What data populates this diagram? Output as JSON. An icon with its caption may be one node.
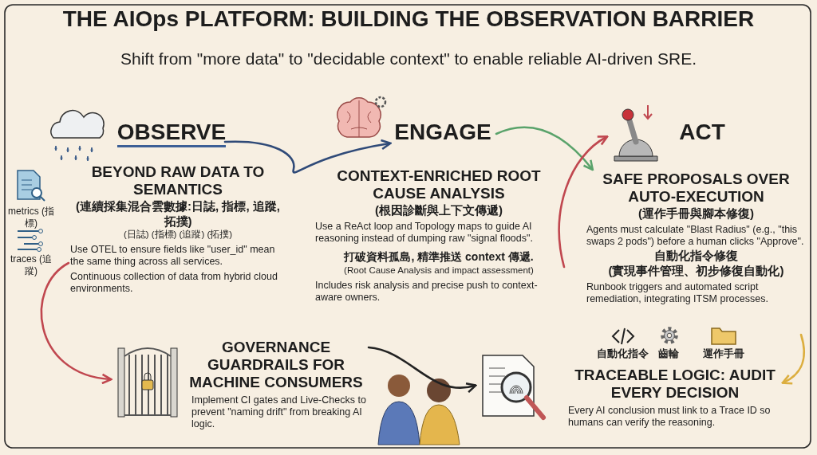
{
  "diagram": {
    "title": "THE AIOps PLATFORM: BUILDING THE OBSERVATION BARRIER",
    "nodes": [
      {
        "text": [
          "OBSERVE"
        ]
      },
      {
        "text": [
          "BEYOND RAW DATA TO SEMANTICS",
          "(連續採集混合雲數據:日誌, 指標, 追蹤, 拓撲)",
          "(日誌) (指標) (追蹤) (拓撲)",
          "Use OTEL to ensure fields like \"user_id\" mean the same thing across all services.",
          "Continuous collection of data from hybrid cloud environments."
        ]
      },
      {
        "text": [
          "ENGAGE"
        ]
      },
      {
        "text": [
          "CONTEXT-ENRICHED ROOT CAUSE ANALYSIS",
          "(根因診斷與上下文傳遞)",
          "Use a ReAct loop and Topology maps to guide AI reasoning instead of dumping raw \"signal floods\".",
          "打破資料孤島, 精準推送 context 傳遞.",
          "(Root Cause Analysis and impact assessment)",
          "Includes risk analysis and precise push to context-aware owners."
        ]
      },
      {
        "text": [
          "ACT"
        ]
      },
      {
        "text": [
          "SAFE PROPOSALS OVER AUTO-EXECUTION",
          "(運作手冊與腳本修復)",
          "Agents must calculate \"Blast Radius\" (e.g., \"this swaps 2 pods\") before a human clicks \"Approve\".",
          "自動化指令修復",
          "(實現事件管理、初步修復自動化)",
          "Runbook triggers and automated script remediation, integrating ITSM processes."
        ]
      },
      {
        "text": [],
        "shape": "picture"
      },
      {
        "text": [
          "GOVERNANCE GUARDRAILS FOR MACHINE CONSUMERS",
          "Implement CI gates and Live-Checks to prevent \"naming drift\" from breaking AI logic."
        ]
      },
      {
        "text": [],
        "shape": "picture"
      },
      {
        "text": [
          "TRACEABLE LOGIC: AUDIT EVERY DECISION",
          "Every AI conclusion must link to a Trace ID so humans can verify the reasoning."
        ]
      },
      {
        "text": [],
        "shape": "picture"
      }
    ],
    "edges": [
      {
        "from": 0,
        "to": 2,
        "arrow": "to",
        "color": "#2f4a78"
      },
      {
        "from": 2,
        "to": 5,
        "arrow": "to",
        "color": "#5aa36b"
      },
      {
        "from": 3,
        "to": 10,
        "arrow": "to",
        "color": "#c0474f"
      },
      {
        "from": 1,
        "to": 6,
        "arrow": "to",
        "color": "#c0474f"
      },
      {
        "from": 7,
        "to": 8,
        "arrow": "to",
        "color": "#222222"
      },
      {
        "from": 5,
        "to": 9,
        "arrow": "to",
        "color": "#dcae3f"
      }
    ],
    "labels": [
      "Shift from \"more data\" to \"decidable context\" to enable reliable AI-driven SRE.",
      "metrics (指標)",
      "traces (追蹤)",
      "自動化指令",
      "齒輪",
      "運作手冊"
    ]
  }
}
